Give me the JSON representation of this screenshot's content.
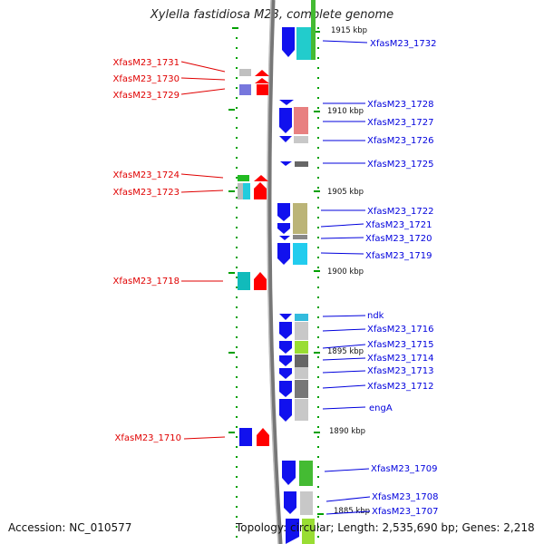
{
  "title": "Xylella fastidiosa M23, complete genome",
  "footer": {
    "accession": "Accession: NC_010577",
    "topology": "Topology: circular; Length: 2,535,690 bp; Genes: 2,218"
  },
  "scale": [
    "1915 kbp",
    "1910 kbp",
    "1905 kbp",
    "1900 kbp",
    "1895 kbp",
    "1890 kbp",
    "1885 kbp"
  ],
  "genes_left": [
    "XfasM23_1731",
    "XfasM23_1730",
    "XfasM23_1729",
    "XfasM23_1724",
    "XfasM23_1723",
    "XfasM23_1718",
    "XfasM23_1710"
  ],
  "genes_right": [
    "XfasM23_1732",
    "XfasM23_1728",
    "XfasM23_1727",
    "XfasM23_1726",
    "XfasM23_1725",
    "XfasM23_1722",
    "XfasM23_1721",
    "XfasM23_1720",
    "XfasM23_1719",
    "ndk",
    "XfasM23_1716",
    "XfasM23_1715",
    "XfasM23_1714",
    "XfasM23_1713",
    "XfasM23_1712",
    "engA",
    "XfasM23_1709",
    "XfasM23_1708",
    "XfasM23_1707"
  ],
  "colors": {
    "forward_arrow": "#ff0000",
    "reverse_arrow": "#0000ee",
    "label_left": "#e00000",
    "label_right": "#0000dd",
    "dots": "#00a000"
  }
}
